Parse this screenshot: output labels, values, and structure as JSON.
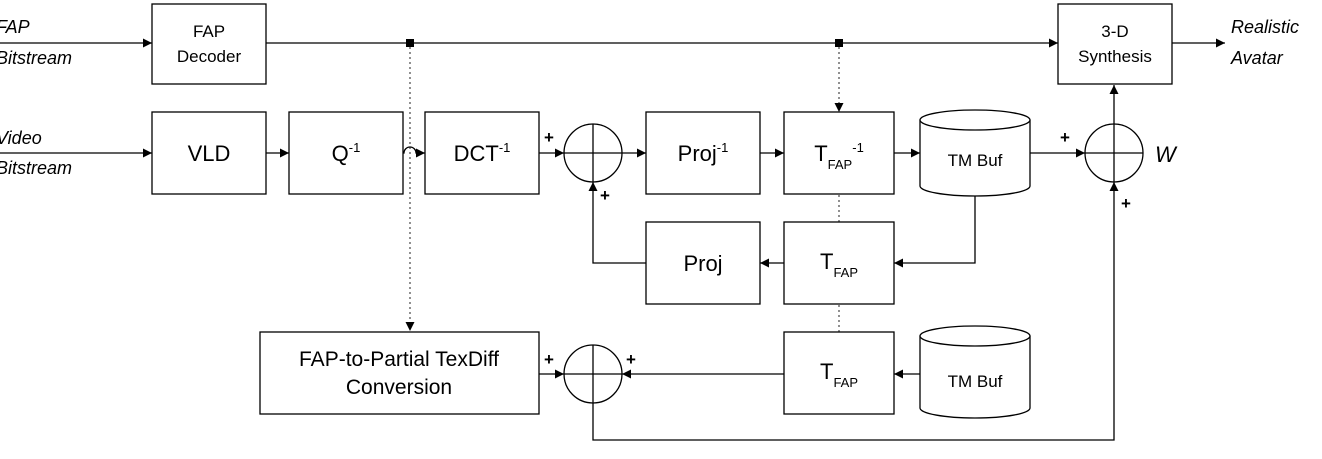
{
  "inputs": {
    "fap_line1": "FAP",
    "fap_line2": "Bitstream",
    "video_line1": "Video",
    "video_line2": "Bitstream"
  },
  "output": {
    "line1": "Realistic",
    "line2": "Avatar"
  },
  "blocks": {
    "fap_decoder_line1": "FAP",
    "fap_decoder_line2": "Decoder",
    "synthesis_line1": "3-D",
    "synthesis_line2": "Synthesis",
    "vld": "VLD",
    "q_inv_base": "Q",
    "q_inv_sup": "-1",
    "dct_inv_base": "DCT",
    "dct_inv_sup": "-1",
    "proj_inv_base": "Proj",
    "proj_inv_sup": "-1",
    "tfap_inv_base": "T",
    "tfap_inv_sub": "FAP",
    "tfap_inv_sup": "-1",
    "tm_buf_top": "TM Buf",
    "proj": "Proj",
    "tfap_mid_base": "T",
    "tfap_mid_sub": "FAP",
    "tfap_bottom_base": "T",
    "tfap_bottom_sub": "FAP",
    "tm_buf_bottom": "TM Buf",
    "conversion_line1": "FAP-to-Partial TexDiff",
    "conversion_line2": "Conversion"
  },
  "signs": {
    "plus": "+"
  },
  "weight_label": "W"
}
